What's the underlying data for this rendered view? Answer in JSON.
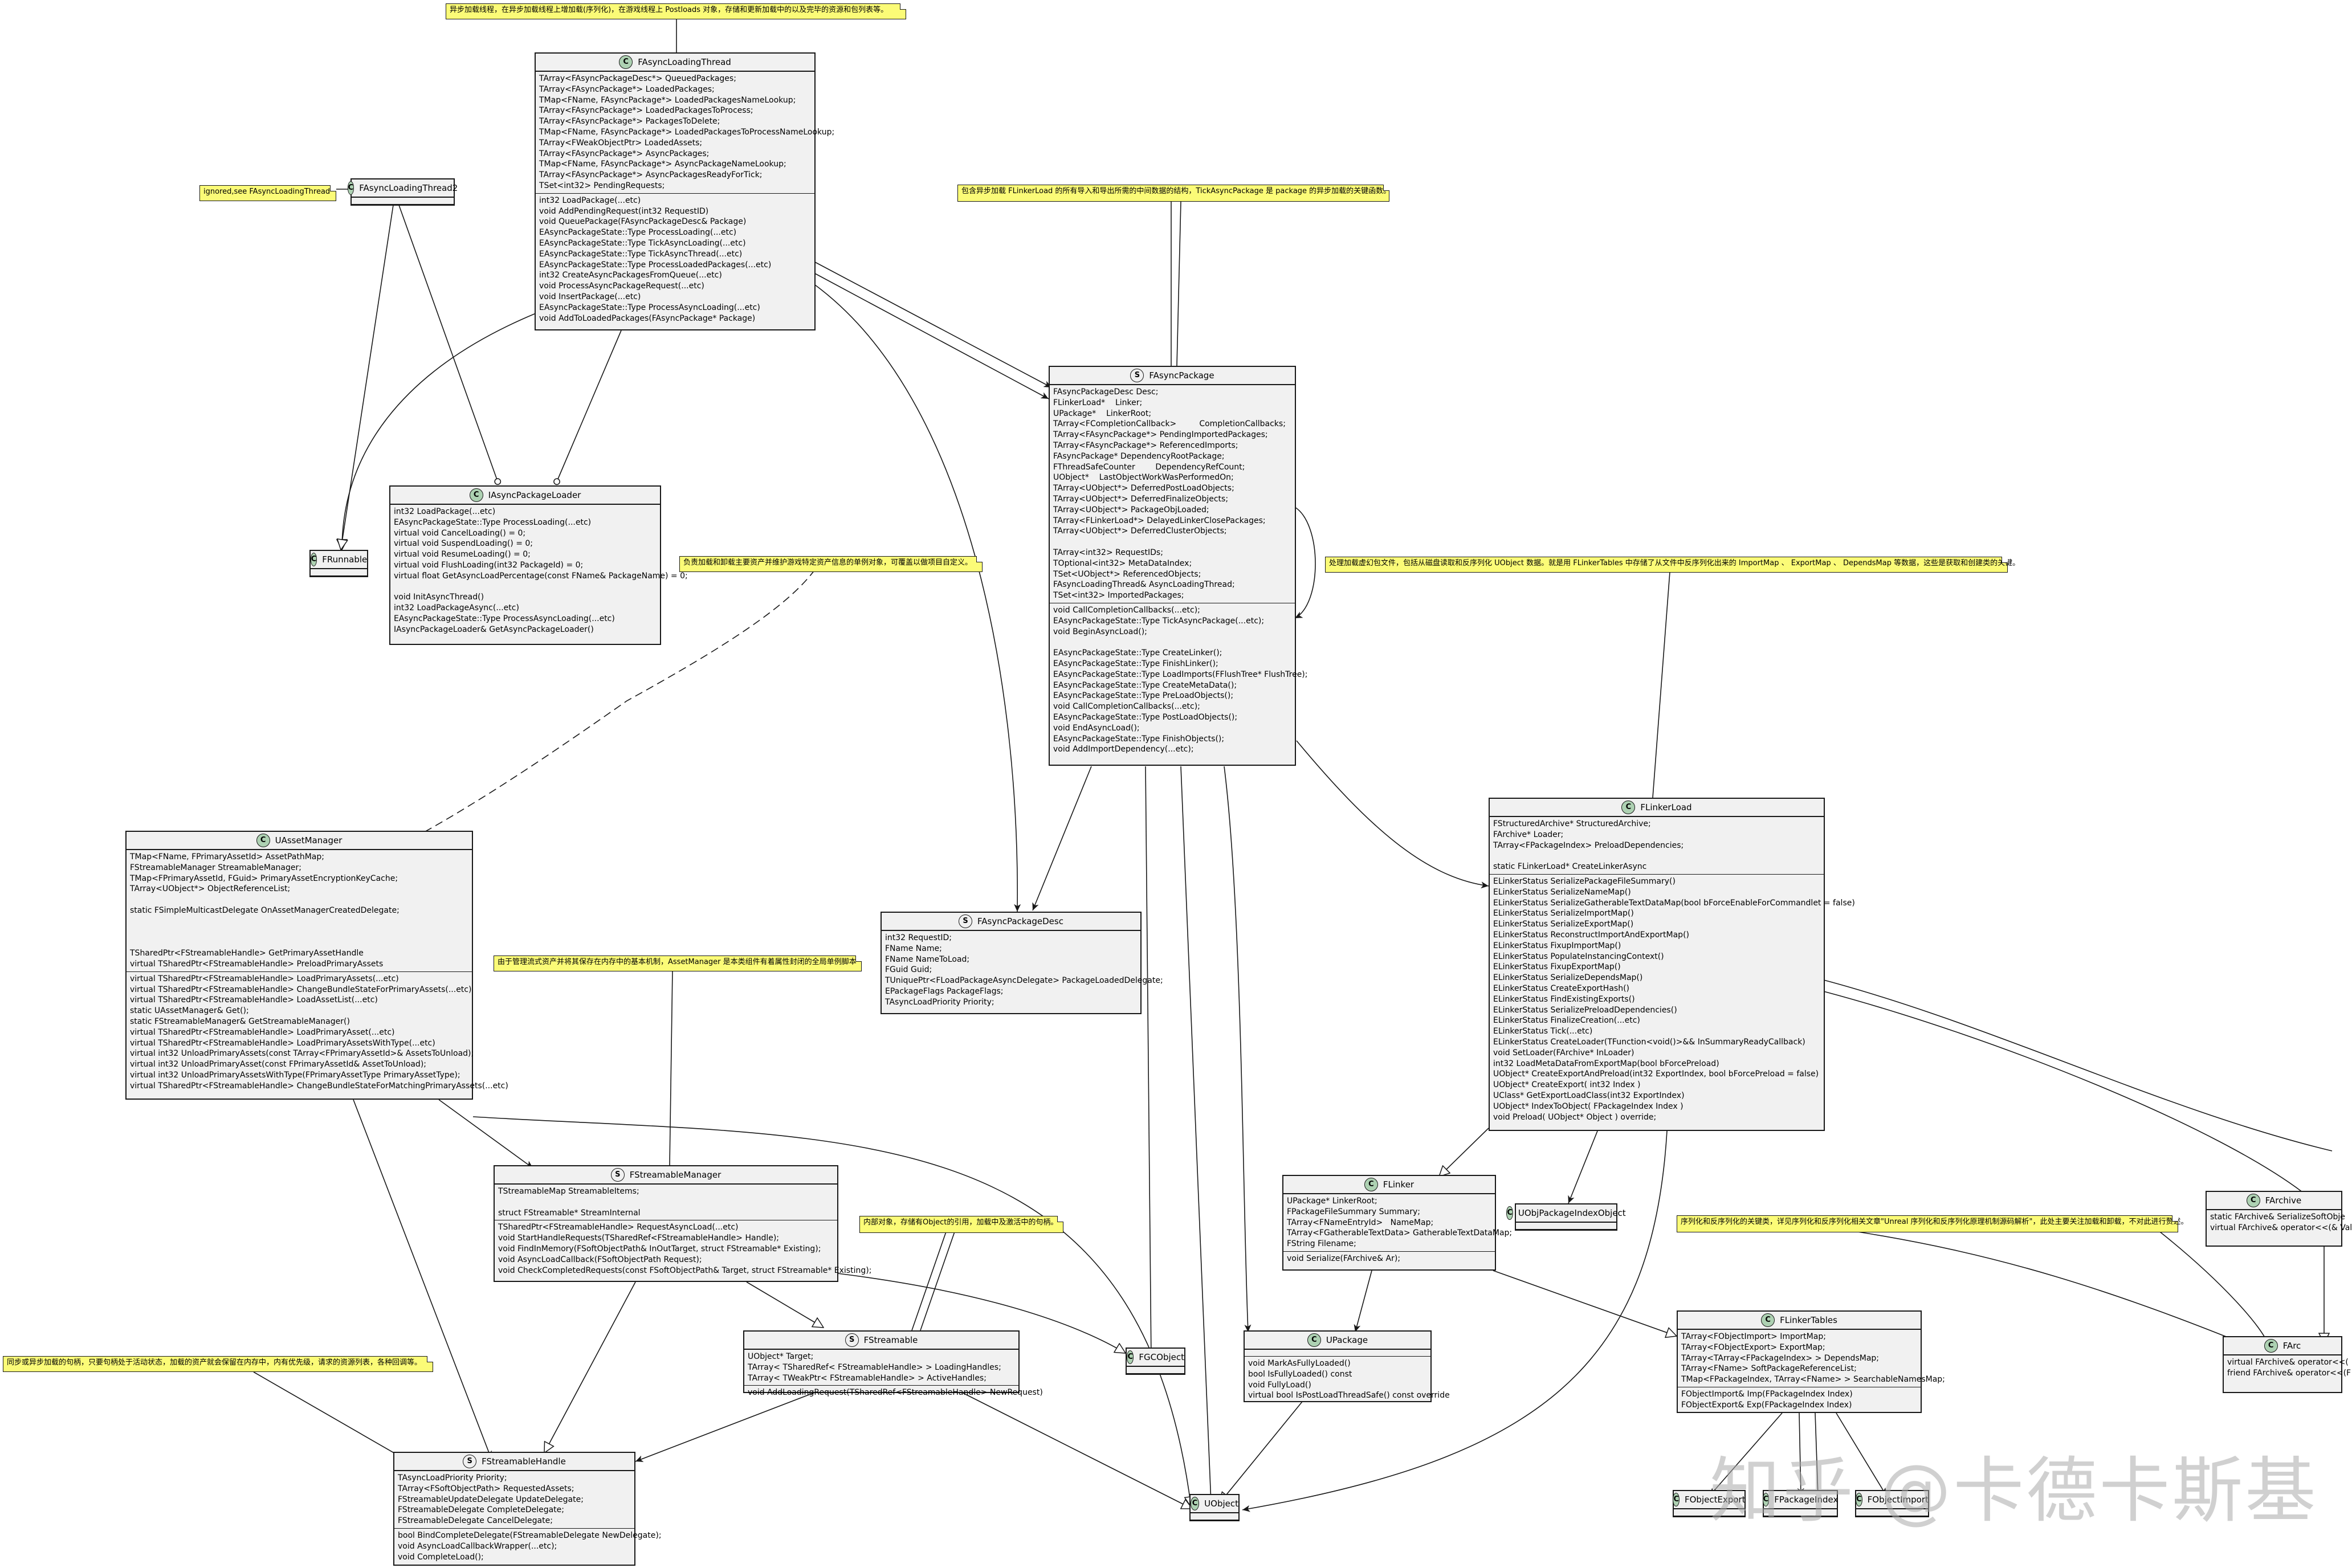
{
  "classes": {
    "fasyncloadingthread": {
      "kind": "C",
      "name": "FAsyncLoadingThread",
      "sections": [
        [
          "TArray<FAsyncPackageDesc*> QueuedPackages;",
          "TArray<FAsyncPackage*> LoadedPackages;",
          "TMap<FName, FAsyncPackage*> LoadedPackagesNameLookup;",
          "TArray<FAsyncPackage*> LoadedPackagesToProcess;",
          "TArray<FAsyncPackage*> PackagesToDelete;",
          "TMap<FName, FAsyncPackage*> LoadedPackagesToProcessNameLookup;",
          "TArray<FWeakObjectPtr> LoadedAssets;",
          "TArray<FAsyncPackage*> AsyncPackages;",
          "TMap<FName, FAsyncPackage*> AsyncPackageNameLookup;",
          "TArray<FAsyncPackage*> AsyncPackagesReadyForTick;",
          "TSet<int32> PendingRequests;"
        ],
        [
          "int32 LoadPackage(...etc)",
          "void AddPendingRequest(int32 RequestID)",
          "void QueuePackage(FAsyncPackageDesc& Package)",
          "EAsyncPackageState::Type ProcessLoading(...etc)",
          "EAsyncPackageState::Type TickAsyncLoading(...etc)",
          "EAsyncPackageState::Type TickAsyncThread(...etc)",
          "EAsyncPackageState::Type ProcessLoadedPackages(...etc)",
          "int32 CreateAsyncPackagesFromQueue(...etc)",
          "void ProcessAsyncPackageRequest(...etc)",
          "void InsertPackage(...etc)",
          "EAsyncPackageState::Type ProcessAsyncLoading(...etc)",
          "void AddToLoadedPackages(FAsyncPackage* Package)"
        ]
      ]
    },
    "fasyncloadingthread2": {
      "kind": "C",
      "name": "FAsyncLoadingThread2",
      "sections": [
        [],
        []
      ]
    },
    "frunnable": {
      "kind": "C",
      "name": "FRunnable",
      "sections": [
        [],
        []
      ]
    },
    "iasyncpackageloader": {
      "kind": "C",
      "name": "IAsyncPackageLoader",
      "sections": [
        [
          "int32 LoadPackage(...etc)",
          "EAsyncPackageState::Type ProcessLoading(...etc)",
          "virtual void CancelLoading() = 0;",
          "virtual void SuspendLoading() = 0;",
          "virtual void ResumeLoading() = 0;",
          "virtual void FlushLoading(int32 PackageId) = 0;",
          "virtual float GetAsyncLoadPercentage(const FName& PackageName) = 0;",
          "",
          "void InitAsyncThread()",
          "int32 LoadPackageAsync(...etc)",
          "EAsyncPackageState::Type ProcessAsyncLoading(...etc)",
          "IAsyncPackageLoader& GetAsyncPackageLoader()"
        ]
      ]
    },
    "fasyncpackage": {
      "kind": "S",
      "name": "FAsyncPackage",
      "sections": [
        [
          "FAsyncPackageDesc Desc;",
          "FLinkerLoad*    Linker;",
          "UPackage*    LinkerRoot;",
          "TArray<FCompletionCallback>         CompletionCallbacks;",
          "TArray<FAsyncPackage*> PendingImportedPackages;",
          "TArray<FAsyncPackage*> ReferencedImports;",
          "FAsyncPackage* DependencyRootPackage;",
          "FThreadSafeCounter        DependencyRefCount;",
          "UObject*    LastObjectWorkWasPerformedOn;",
          "TArray<UObject*> DeferredPostLoadObjects;",
          "TArray<UObject*> DeferredFinalizeObjects;",
          "TArray<UObject*> PackageObjLoaded;",
          "TArray<FLinkerLoad*> DelayedLinkerClosePackages;",
          "TArray<UObject*> DeferredClusterObjects;",
          "",
          "TArray<int32> RequestIDs;",
          "TOptional<int32> MetaDataIndex;",
          "TSet<UObject*> ReferencedObjects;",
          "FAsyncLoadingThread& AsyncLoadingThread;",
          "TSet<int32> ImportedPackages;"
        ],
        [
          "void CallCompletionCallbacks(...etc);",
          "EAsyncPackageState::Type TickAsyncPackage(...etc);",
          "void BeginAsyncLoad();",
          "",
          "EAsyncPackageState::Type CreateLinker();",
          "EAsyncPackageState::Type FinishLinker();",
          "EAsyncPackageState::Type LoadImports(FFlushTree* FlushTree);",
          "EAsyncPackageState::Type CreateMetaData();",
          "EAsyncPackageState::Type PreLoadObjects();",
          "void CallCompletionCallbacks(...etc);",
          "EAsyncPackageState::Type PostLoadObjects();",
          "void EndAsyncLoad();",
          "EAsyncPackageState::Type FinishObjects();",
          "void AddImportDependency(...etc);"
        ]
      ]
    },
    "fasyncpackagedesc": {
      "kind": "S",
      "name": "FAsyncPackageDesc",
      "sections": [
        [
          "int32 RequestID;",
          "FName Name;",
          "FName NameToLoad;",
          "FGuid Guid;",
          "TUniquePtr<FLoadPackageAsyncDelegate> PackageLoadedDelegate;",
          "EPackageFlags PackageFlags;",
          "TAsyncLoadPriority Priority;"
        ]
      ]
    },
    "uassetmanager": {
      "kind": "C",
      "name": "UAssetManager",
      "sections": [
        [
          "TMap<FName, FPrimaryAssetId> AssetPathMap;",
          "FStreamableManager StreamableManager;",
          "TMap<FPrimaryAssetId, FGuid> PrimaryAssetEncryptionKeyCache;",
          "TArray<UObject*> ObjectReferenceList;",
          "",
          "static FSimpleMulticastDelegate OnAssetManagerCreatedDelegate;",
          "",
          "",
          "",
          "TSharedPtr<FStreamableHandle> GetPrimaryAssetHandle",
          "virtual TSharedPtr<FStreamableHandle> PreloadPrimaryAssets"
        ],
        [
          "virtual TSharedPtr<FStreamableHandle> LoadPrimaryAssets(...etc)",
          "virtual TSharedPtr<FStreamableHandle> ChangeBundleStateForPrimaryAssets(...etc)",
          "virtual TSharedPtr<FStreamableHandle> LoadAssetList(...etc)",
          "static UAssetManager& Get();",
          "static FStreamableManager& GetStreamableManager()",
          "virtual TSharedPtr<FStreamableHandle> LoadPrimaryAsset(...etc)",
          "virtual TSharedPtr<FStreamableHandle> LoadPrimaryAssetsWithType(...etc)",
          "virtual int32 UnloadPrimaryAssets(const TArray<FPrimaryAssetId>& AssetsToUnload);",
          "virtual int32 UnloadPrimaryAsset(const FPrimaryAssetId& AssetToUnload);",
          "virtual int32 UnloadPrimaryAssetsWithType(FPrimaryAssetType PrimaryAssetType);",
          "virtual TSharedPtr<FStreamableHandle> ChangeBundleStateForMatchingPrimaryAssets(...etc)"
        ]
      ]
    },
    "fstreamablemanager": {
      "kind": "S",
      "name": "FStreamableManager",
      "sections": [
        [
          "TStreamableMap StreamableItems;",
          "",
          "struct FStreamable* StreamInternal"
        ],
        [
          "TSharedPtr<FStreamableHandle> RequestAsyncLoad(...etc)",
          "void StartHandleRequests(TSharedRef<FStreamableHandle> Handle);",
          "void FindInMemory(FSoftObjectPath& InOutTarget, struct FStreamable* Existing);",
          "void AsyncLoadCallback(FSoftObjectPath Request);",
          "void CheckCompletedRequests(const FSoftObjectPath& Target, struct FStreamable* Existing);"
        ]
      ]
    },
    "fstreamable": {
      "kind": "S",
      "name": "FStreamable",
      "sections": [
        [
          "UObject* Target;",
          "TArray< TSharedRef< FStreamableHandle> > LoadingHandles;",
          "TArray< TWeakPtr< FStreamableHandle> > ActiveHandles;"
        ],
        [
          "void AddLoadingRequest(TSharedRef<FStreamableHandle> NewRequest)"
        ]
      ]
    },
    "fstreamablehandle": {
      "kind": "S",
      "name": "FStreamableHandle",
      "sections": [
        [
          "TAsyncLoadPriority Priority;",
          "TArray<FSoftObjectPath> RequestedAssets;",
          "FStreamableUpdateDelegate UpdateDelegate;",
          "FStreamableDelegate CompleteDelegate;",
          "FStreamableDelegate CancelDelegate;"
        ],
        [
          "bool BindCompleteDelegate(FStreamableDelegate NewDelegate);",
          "void AsyncLoadCallbackWrapper(...etc);",
          "void CompleteLoad();"
        ]
      ]
    },
    "fgcobject": {
      "kind": "C",
      "name": "FGCObject",
      "sections": [
        [],
        []
      ]
    },
    "uobject": {
      "kind": "C",
      "name": "UObject",
      "sections": [
        [],
        []
      ]
    },
    "upackage": {
      "kind": "C",
      "name": "UPackage",
      "sections": [
        [],
        [
          "void MarkAsFullyLoaded()",
          "bool IsFullyLoaded() const",
          "void FullyLoad()",
          "virtual bool IsPostLoadThreadSafe() const override"
        ]
      ]
    },
    "flinker": {
      "kind": "C",
      "name": "FLinker",
      "sections": [
        [
          "UPackage* LinkerRoot;",
          "FPackageFileSummary Summary;",
          "TArray<FNameEntryId>   NameMap;",
          "TArray<FGatherableTextData> GatherableTextDataMap;",
          "FString Filename;"
        ],
        [
          "void Serialize(FArchive& Ar);"
        ]
      ]
    },
    "flinkerload": {
      "kind": "C",
      "name": "FLinkerLoad",
      "sections": [
        [
          "FStructuredArchive* StructuredArchive;",
          "FArchive* Loader;",
          "TArray<FPackageIndex> PreloadDependencies;",
          "",
          "static FLinkerLoad* CreateLinkerAsync"
        ],
        [
          "ELinkerStatus SerializePackageFileSummary()",
          "ELinkerStatus SerializeNameMap()",
          "ELinkerStatus SerializeGatherableTextDataMap(bool bForceEnableForCommandlet = false)",
          "ELinkerStatus SerializeImportMap()",
          "ELinkerStatus SerializeExportMap()",
          "ELinkerStatus ReconstructImportAndExportMap()",
          "ELinkerStatus FixupImportMap()",
          "ELinkerStatus PopulateInstancingContext()",
          "ELinkerStatus FixupExportMap()",
          "ELinkerStatus SerializeDependsMap()",
          "ELinkerStatus CreateExportHash()",
          "ELinkerStatus FindExistingExports()",
          "ELinkerStatus SerializePreloadDependencies()",
          "ELinkerStatus FinalizeCreation(...etc)",
          "ELinkerStatus Tick(...etc)",
          "ELinkerStatus CreateLoader(TFunction<void()>&& InSummaryReadyCallback)",
          "void SetLoader(FArchive* InLoader)",
          "int32 LoadMetaDataFromExportMap(bool bForcePreload)",
          "UObject* CreateExportAndPreload(int32 ExportIndex, bool bForcePreload = false)",
          "UObject* CreateExport( int32 Index )",
          "UClass* GetExportLoadClass(int32 ExportIndex)",
          "UObject* IndexToObject( FPackageIndex Index )",
          "void Preload( UObject* Object ) override;"
        ]
      ]
    },
    "uobjpackageindexobject": {
      "kind": "C",
      "name": "UObjPackageIndexObject",
      "sections": [
        [],
        []
      ]
    },
    "flinkertables": {
      "kind": "C",
      "name": "FLinkerTables",
      "sections": [
        [
          "TArray<FObjectImport> ImportMap;",
          "TArray<FObjectExport> ExportMap;",
          "TArray<TArray<FPackageIndex> > DependsMap;",
          "TArray<FName> SoftPackageReferenceList;",
          "TMap<FPackageIndex, TArray<FName> > SearchableNamesMap;"
        ],
        [
          "FObjectImport& Imp(FPackageIndex Index)",
          "FObjectExport& Exp(FPackageIndex Index)"
        ]
      ]
    },
    "farchive": {
      "kind": "C",
      "name": "FArchive",
      "sections": [
        [
          "static FArchive& SerializeSoftObje",
          "virtual FArchive& operator<<(& Val"
        ]
      ]
    },
    "farc": {
      "kind": "C",
      "name": "FArc",
      "sections": [
        [
          "virtual FArchive& operator<<(",
          "friend FArchive& operator<<(F"
        ]
      ]
    },
    "fobjectexport": {
      "kind": "C",
      "name": "FObjectExport",
      "sections": [
        [],
        []
      ]
    },
    "fpackageindex": {
      "kind": "C",
      "name": "FPackageIndex",
      "sections": [
        [],
        []
      ]
    },
    "fobjectimport": {
      "kind": "C",
      "name": "FObjectImport",
      "sections": [
        [],
        []
      ]
    }
  },
  "notes": {
    "n_thread": "异步加载线程，在异步加载线程上增加载(序列化)，在游戏线程上 Postloads 对象，存储和更新加载中的以及完毕的资源和包列表等。",
    "n_ignored": "ignored,see  FAsyncLoadingThread",
    "n_package": "包含异步加载 FLinkerLoad 的所有导入和导出所需的中间数据的结构，TickAsyncPackage 是 package 的异步加载的关键函数。",
    "n_assetmgr": "负责加载和卸载主要资产并维护游戏特定资产信息的单例对象，可覆盖以做项目自定义。",
    "n_linkerload": "处理加载虚幻包文件，包括从磁盘读取和反序列化 UObject 数据。就是用 FLinkerTables 中存储了从文件中反序列化出来的 ImportMap 、 ExportMap 、 DependsMap 等数据，这些是获取和创建类的关键。",
    "n_streammgr": "由于管理流式资产并将其保存在内存中的基本机制，AssetManager 是本类组件有着属性封闭的全局单例脚本",
    "n_streamable": "内部对象，存储有Object的引用，加载中及激活中的句柄。",
    "n_archive": "序列化和反序列化的关键类，详见序列化和反序列化相关文章\"Unreal 序列化和反序列化原理机制源码解析\"，此处主要关注加载和卸载，不对此进行赘述。",
    "n_handle": "同步或异步加载的句柄，只要句柄处于活动状态，加载的资产就会保留在内存中，内有优先级，请求的资源列表，各种回调等。"
  },
  "watermark": "知乎 @卡德卡斯基"
}
